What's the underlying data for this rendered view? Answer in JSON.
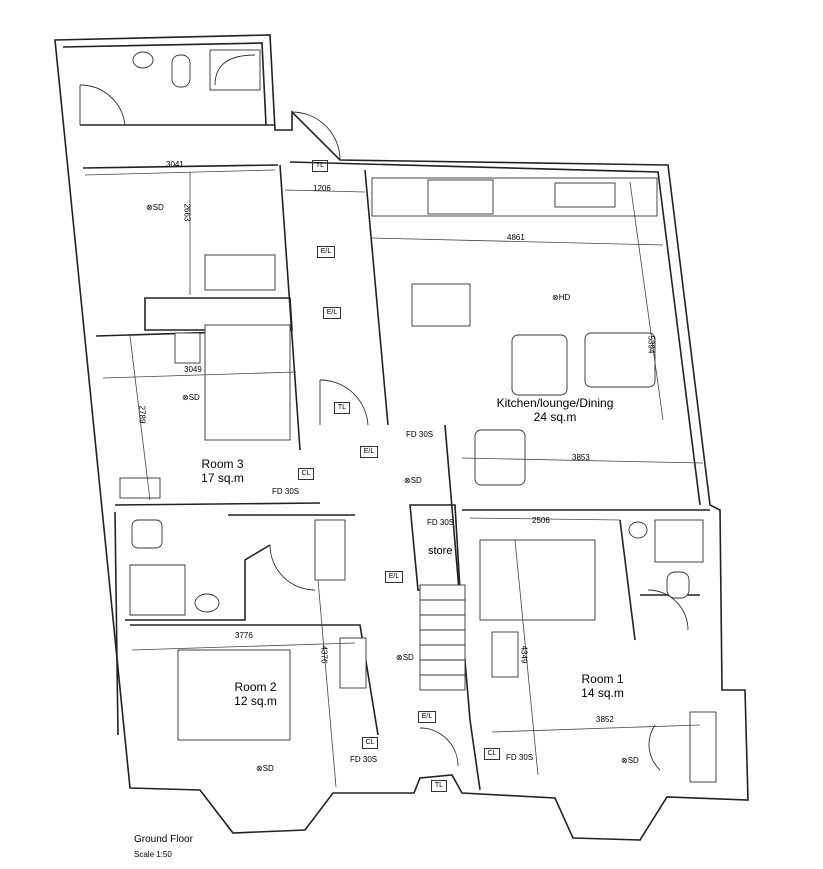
{
  "plan": {
    "rooms": [
      {
        "name": "Kitchen/lounge/Dining",
        "area": "24 sq.m"
      },
      {
        "name": "Room 3",
        "area": "17 sq.m"
      },
      {
        "name": "Room 2",
        "area": "12 sq.m"
      },
      {
        "name": "Room 1",
        "area": "14 sq.m"
      }
    ],
    "store": "store",
    "dimensions": {
      "room3_top_w": "3041",
      "room3_top_h": "2663",
      "corridor_w": "1206",
      "kitchen_w": "4861",
      "kitchen_h": "5394",
      "room3_w": "3049",
      "room3_h": "2789",
      "kitchen_lower_w": "3853",
      "room1_ensuite_w": "2506",
      "room2_w": "3776",
      "room2_h": "4376",
      "room1_h": "4349",
      "room1_w": "3852"
    },
    "tags": {
      "tl": "TL",
      "el": "E/L",
      "cl": "CL",
      "fd": "FD 30S",
      "sd": "SD",
      "hd": "HD"
    },
    "footer": {
      "title": "Ground Floor",
      "scale": "Scale 1:50"
    }
  }
}
